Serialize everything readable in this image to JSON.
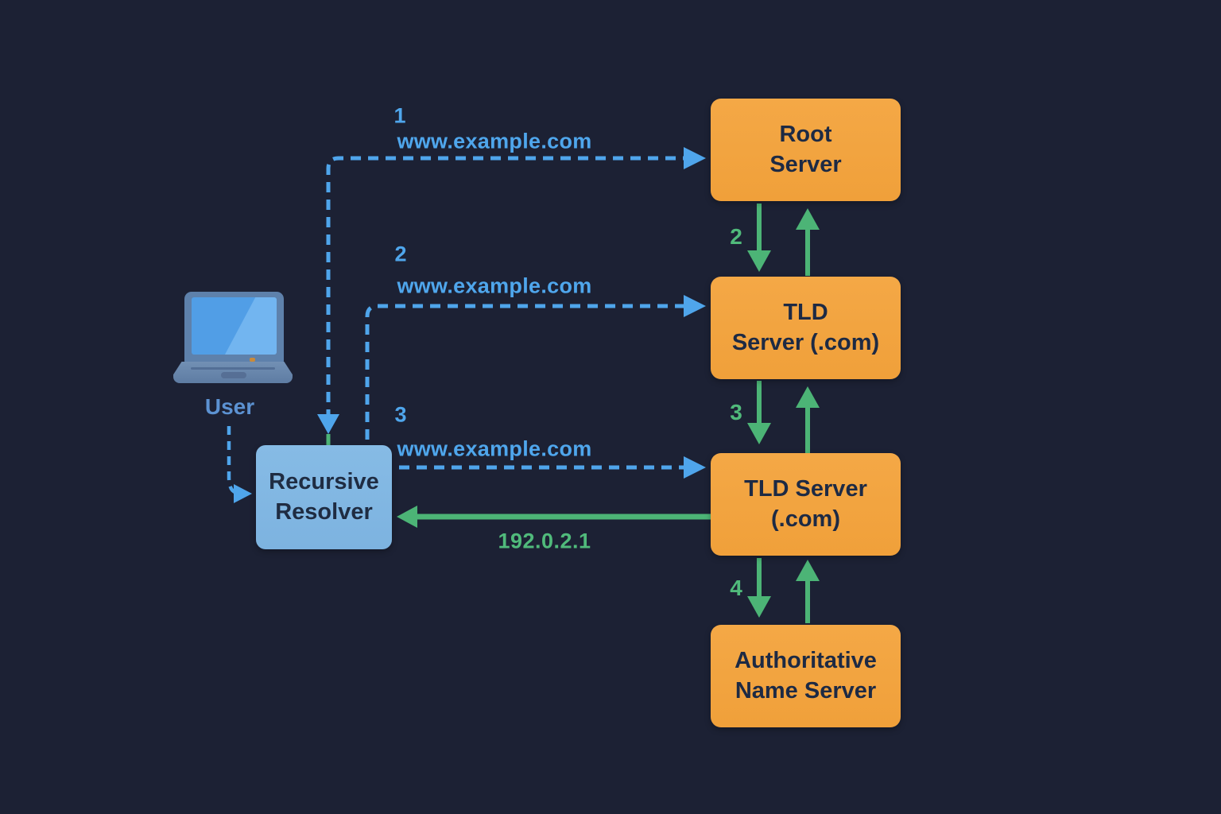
{
  "nodes": {
    "user": {
      "label": "User"
    },
    "resolver": {
      "lines": [
        "Recursive",
        "Resolver"
      ]
    },
    "root_server": {
      "lines": [
        "Root",
        "Server"
      ]
    },
    "tld_server_upper": {
      "lines": [
        "TLD",
        "Server (.com)"
      ]
    },
    "tld_server_lower": {
      "lines": [
        "TLD Server",
        "(.com)"
      ]
    },
    "authoritative_server": {
      "lines": [
        "Authoritative",
        "Name Server"
      ]
    }
  },
  "queries": [
    {
      "step": "1",
      "label": "www.example.com"
    },
    {
      "step": "2",
      "label": "www.example.com"
    },
    {
      "step": "3",
      "label": "www.example.com"
    }
  ],
  "server_hop_steps": [
    {
      "step": "2"
    },
    {
      "step": "3"
    },
    {
      "step": "4"
    }
  ],
  "response": {
    "label": "192.0.2.1"
  },
  "colors": {
    "background": "#1c2134",
    "server_box": "#f2a341",
    "resolver_box": "#82b8e3",
    "query_arrow_blue": "#4fa5eb",
    "response_arrow_green": "#4cb476",
    "box_text": "#1d2a44"
  }
}
